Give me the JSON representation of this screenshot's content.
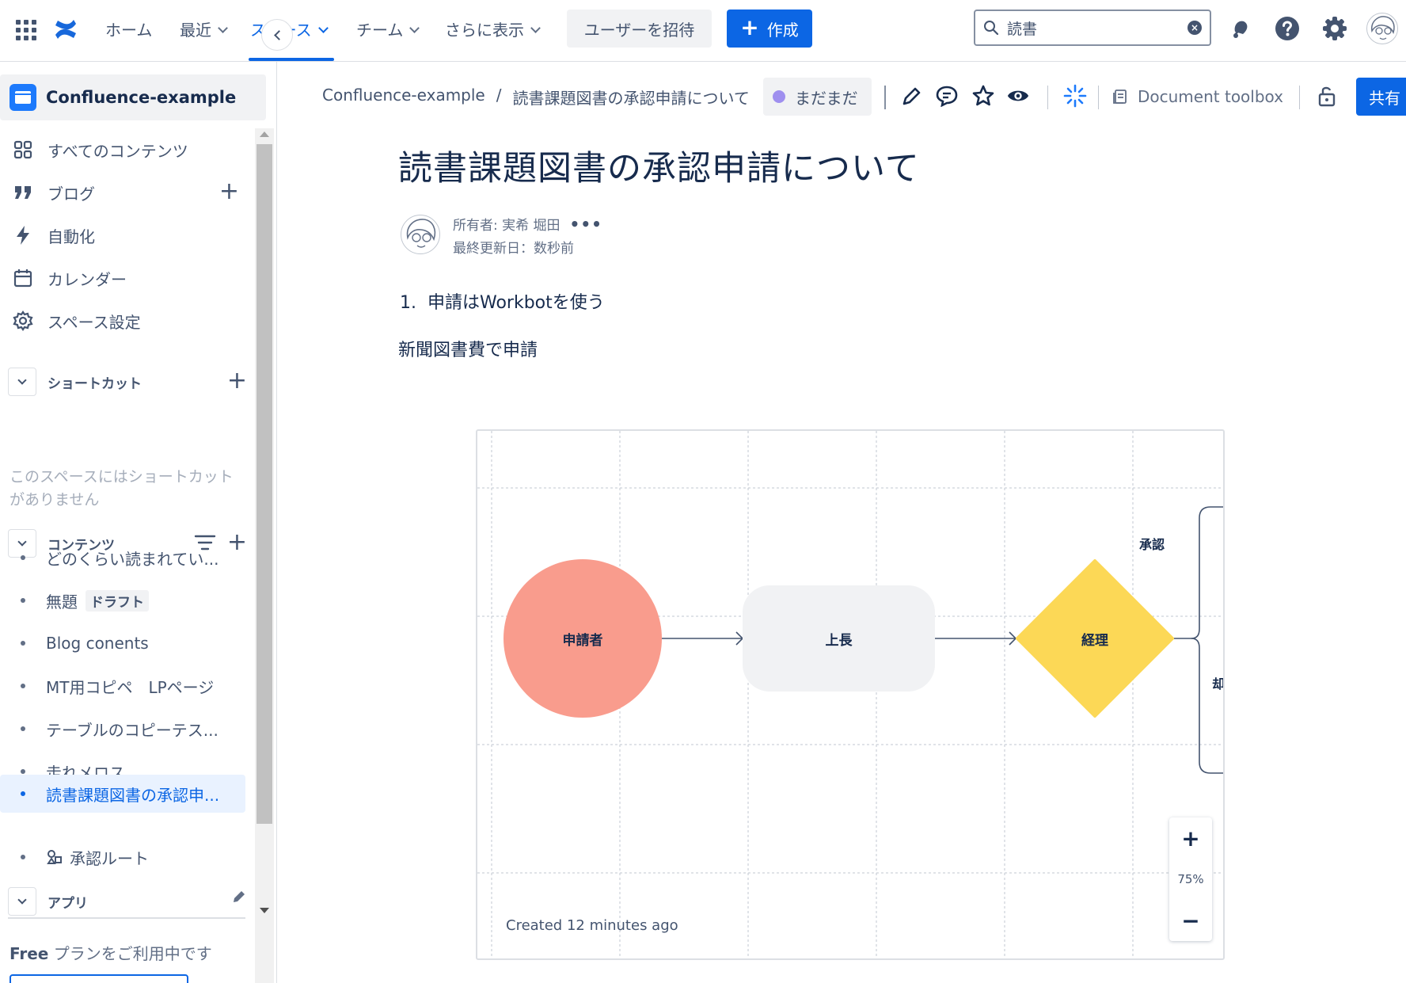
{
  "topnav": {
    "home": "ホーム",
    "recent": "最近",
    "spaces": "スペース",
    "teams": "チーム",
    "more": "さらに表示",
    "invite": "ユーザーを招待",
    "create": "作成",
    "search_value": "読書",
    "accent": "#0c66e4"
  },
  "sidebar": {
    "space_name": "Confluence-example",
    "items": [
      {
        "label": "すべてのコンテンツ",
        "icon": "grid-icon"
      },
      {
        "label": "ブログ",
        "icon": "quote-icon"
      },
      {
        "label": "自動化",
        "icon": "lightning-icon"
      },
      {
        "label": "カレンダー",
        "icon": "calendar-icon"
      },
      {
        "label": "スペース設定",
        "icon": "gear-icon"
      }
    ],
    "shortcuts_title": "ショートカット",
    "shortcuts_empty": "このスペースにはショートカットがありません",
    "content_title": "コンテンツ",
    "tree": [
      {
        "label": "どのくらい読まれてい..."
      },
      {
        "label": "無題",
        "badge": "ドラフト"
      },
      {
        "label": "Blog conents"
      },
      {
        "label": "MT用コピペ　LPページ"
      },
      {
        "label": "テーブルのコピーテス..."
      },
      {
        "label": "走れメロス"
      },
      {
        "label": "読書課題図書の承認申..."
      },
      {
        "label": "承認ルート"
      }
    ],
    "apps_title": "アプリ",
    "plan_bold": "Free",
    "plan_text": " プランをご利用中です"
  },
  "page": {
    "breadcrumb_space": "Confluence-example",
    "breadcrumb_sep": "/",
    "breadcrumb_page": "読書課題図書の承認申請について",
    "status": "まだまだ",
    "status_color": "#9f8fef",
    "toolbox": "Document toolbox",
    "share": "共有",
    "title": "読書課題図書の承認申請について",
    "owner": "所有者: 実希 堀田",
    "updated": "最終更新日：数秒前",
    "list_num": "1.",
    "list_text": "申請はWorkbotを使う",
    "body": "新聞図書費で申請"
  },
  "whiteboard": {
    "node_applicant": "申請者",
    "node_boss": "上長",
    "node_accounting": "経理",
    "label_approve": "承認",
    "label_reject": "却",
    "zoom": "75%",
    "created": "Created 12 minutes ago",
    "color_applicant": "#f99c8d",
    "color_boss": "#f1f2f4",
    "color_accounting": "#fcd856"
  }
}
